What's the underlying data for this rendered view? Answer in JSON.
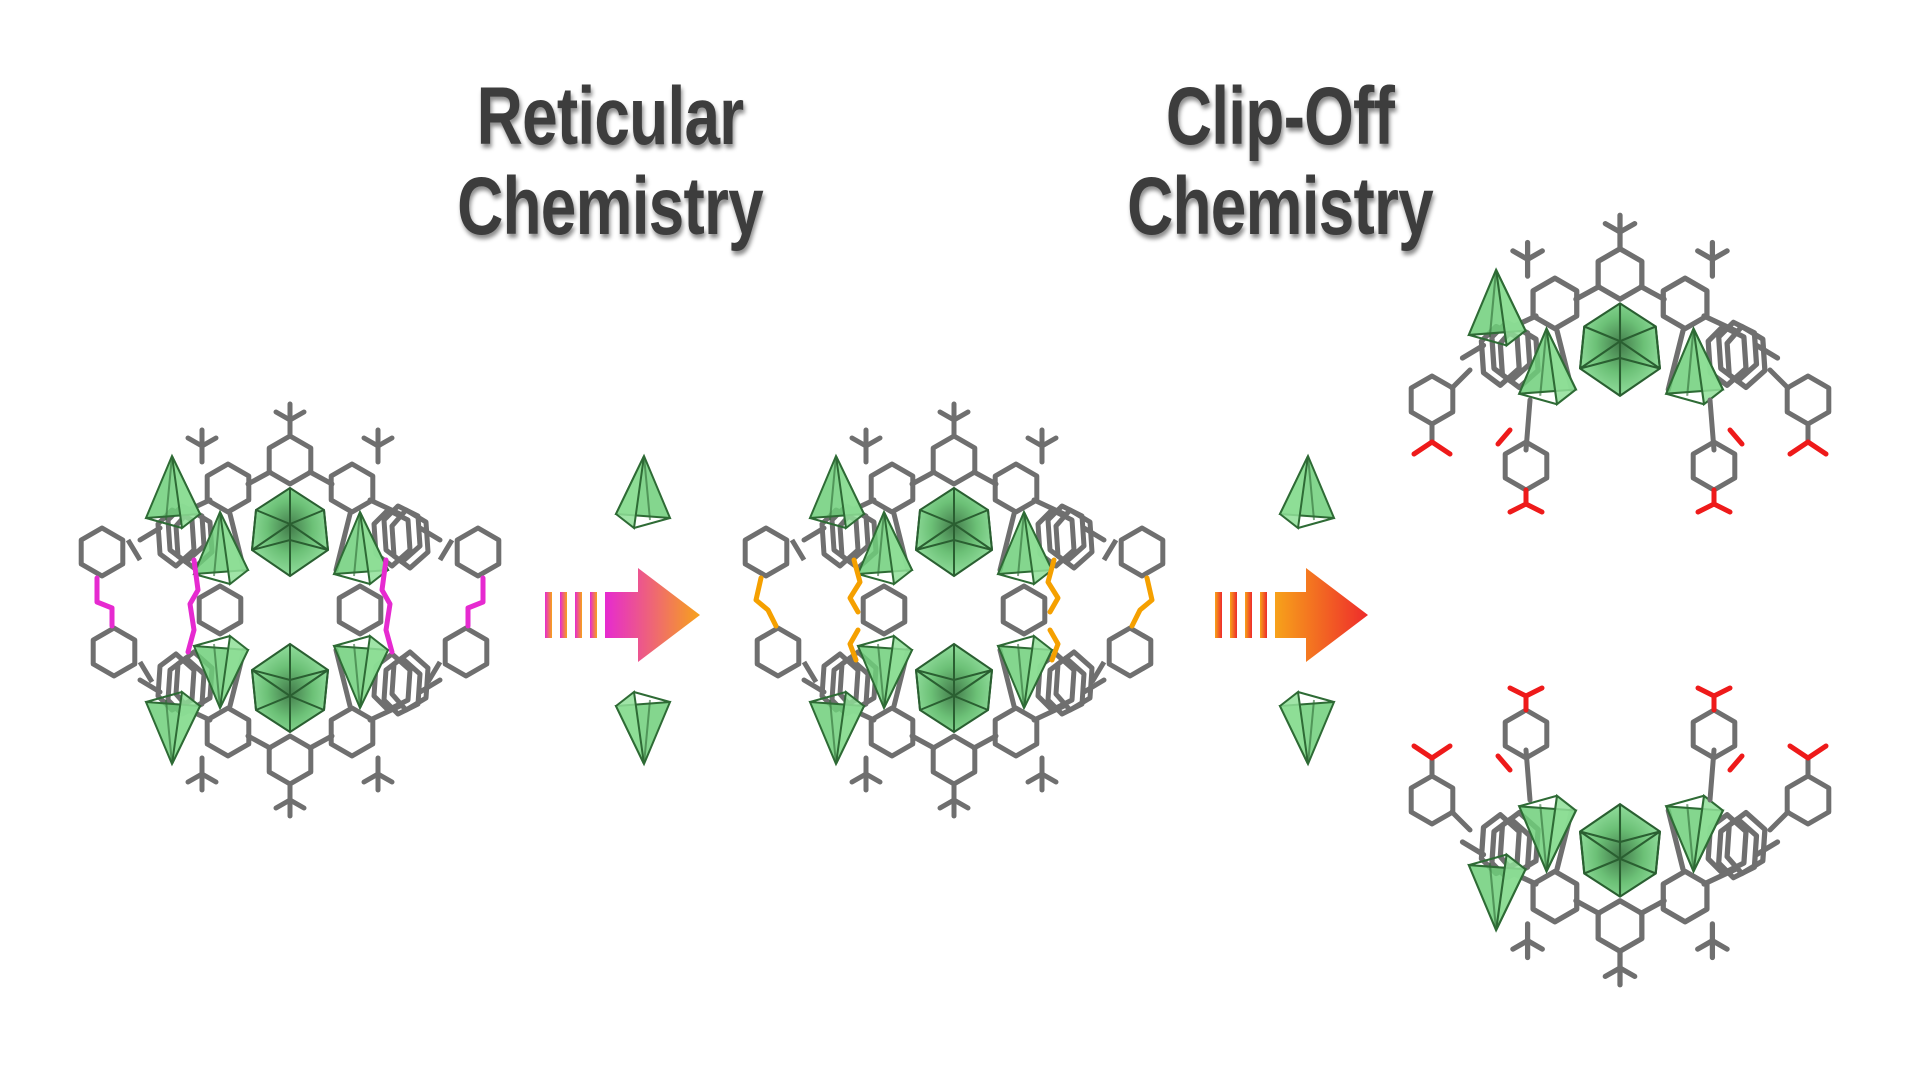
{
  "headings": {
    "reticular": {
      "line1": "Reticular",
      "line2": "Chemistry"
    },
    "clip_off": {
      "line1": "Clip-Off",
      "line2": "Chemistry"
    }
  },
  "colors": {
    "bond": "#6f6f6f",
    "polyhedron_fill": "#6fcf7a",
    "polyhedron_edge": "#2e6b35",
    "linker_reticular": "#e62ad0",
    "linker_clipoff": "#f5a000",
    "cut_end": "#ee1a1a",
    "arrow1": [
      "#e62ad0",
      "#f7a21a"
    ],
    "arrow2": [
      "#f7a21a",
      "#ee2b2b"
    ]
  },
  "structures": [
    {
      "id": "cage-reticular",
      "linker": "linker_reticular"
    },
    {
      "id": "cage-intermediate",
      "linker": "linker_clipoff"
    },
    {
      "id": "half-cage-top"
    },
    {
      "id": "half-cage-bottom"
    }
  ]
}
